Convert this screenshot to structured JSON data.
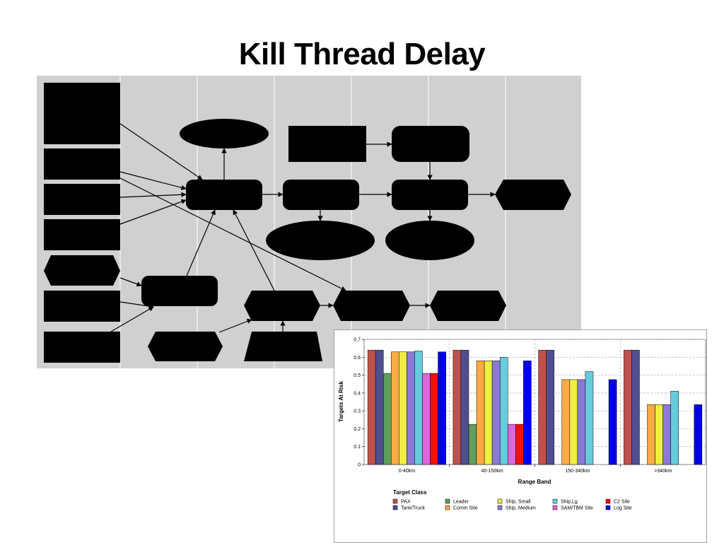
{
  "slide": {
    "title": "Kill Thread Delay"
  },
  "chart_data": {
    "type": "bar",
    "categories": [
      "0-40km",
      "40-150km",
      "150-340km",
      ">340km"
    ],
    "xlabel": "Range Band",
    "ylabel": "Targets At Risk",
    "ylim": [
      0,
      0.7
    ],
    "yticks": [
      "0",
      "0.1",
      "0.2",
      "0.3",
      "0.4",
      "0.5",
      "0.6",
      "0.7"
    ],
    "grid": true,
    "legend_title": "Target Class",
    "legend_position": "bottom",
    "series": [
      {
        "name": "PAX",
        "color": "#c0504d",
        "values": [
          0.64,
          0.64,
          0.64,
          0.64
        ]
      },
      {
        "name": "Tank/Truck",
        "color": "#4f4f8f",
        "values": [
          0.64,
          0.64,
          0.64,
          0.64
        ]
      },
      {
        "name": "Leader",
        "color": "#5e9e5e",
        "values": [
          0.51,
          0.225,
          0,
          0
        ]
      },
      {
        "name": "Comm Site",
        "color": "#ffaa44",
        "values": [
          0.63,
          0.58,
          0.475,
          0.335
        ]
      },
      {
        "name": "Ship, Small",
        "color": "#eeee44",
        "values": [
          0.63,
          0.58,
          0.475,
          0.335
        ]
      },
      {
        "name": "Ship, Medium",
        "color": "#8a7ad8",
        "values": [
          0.63,
          0.58,
          0.475,
          0.335
        ]
      },
      {
        "name": "Ship,Lg",
        "color": "#66ccdd",
        "values": [
          0.635,
          0.6,
          0.52,
          0.41
        ]
      },
      {
        "name": "SAM/TBM Site",
        "color": "#dd66dd",
        "values": [
          0.51,
          0.225,
          0,
          0
        ]
      },
      {
        "name": "C2 Site",
        "color": "#ee1111",
        "values": [
          0.51,
          0.225,
          0,
          0
        ]
      },
      {
        "name": "Log Site",
        "color": "#0000ee",
        "values": [
          0.63,
          0.58,
          0.475,
          0.335
        ]
      }
    ]
  }
}
